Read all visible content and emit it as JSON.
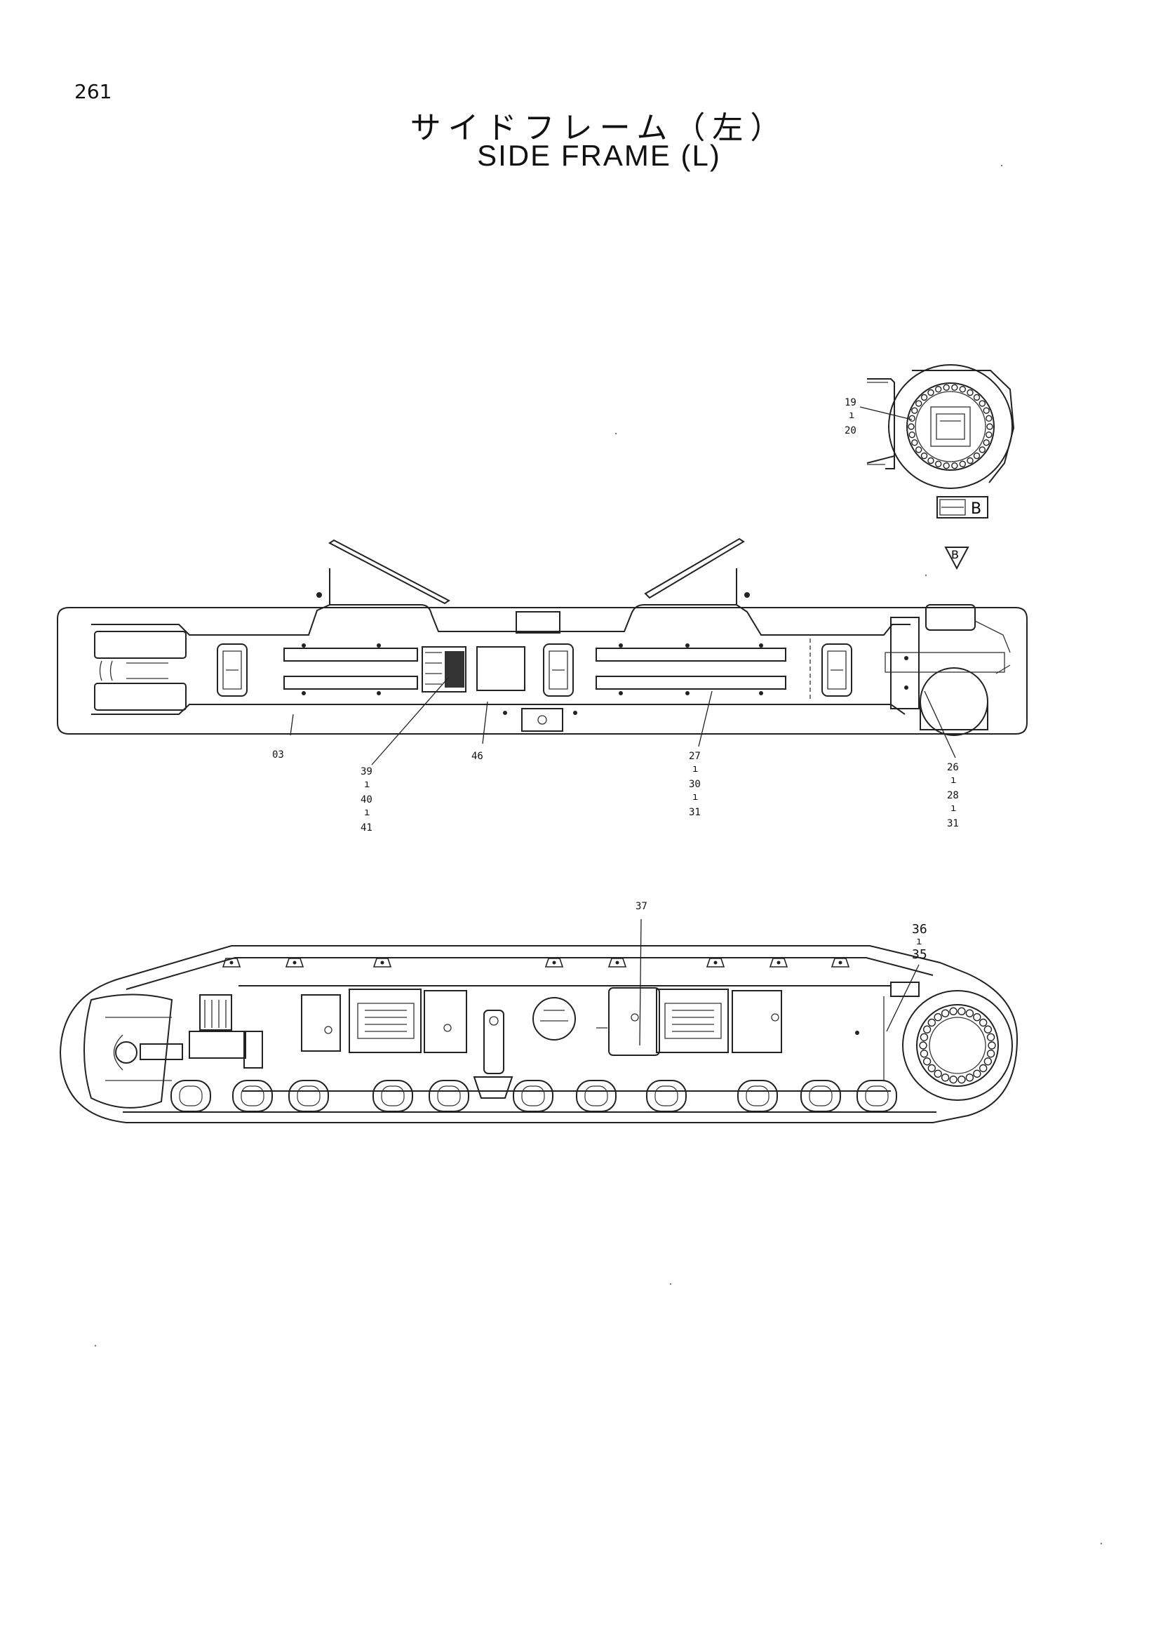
{
  "page": {
    "number": "261"
  },
  "title": {
    "japanese": "サイドフレーム（左）",
    "english": "SIDE FRAME (L)"
  },
  "view": {
    "label_letter": "B",
    "arrow_letter": "B"
  },
  "callouts": {
    "c_19_20": [
      "19",
      "20"
    ],
    "c_03": [
      "03"
    ],
    "c_39_41": [
      "39",
      "40",
      "41"
    ],
    "c_46": [
      "46"
    ],
    "c_27_31": [
      "27",
      "30",
      "31"
    ],
    "c_26_31": [
      "26",
      "28",
      "31"
    ],
    "c_37": [
      "37"
    ],
    "c_36_35": [
      "36",
      "35"
    ]
  }
}
